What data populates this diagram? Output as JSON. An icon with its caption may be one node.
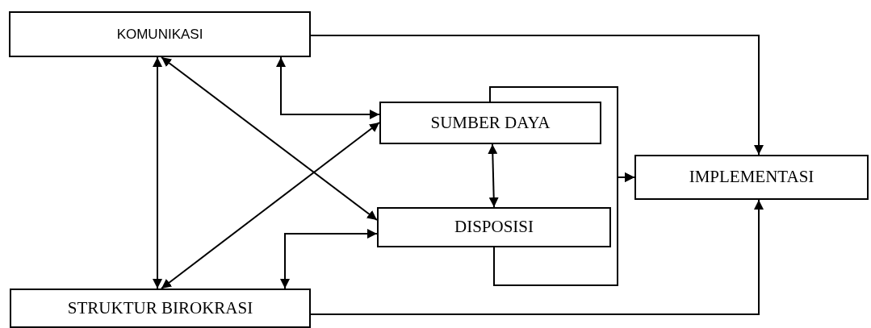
{
  "diagram": {
    "nodes": [
      {
        "text": [
          "KOMUNIKASI"
        ]
      },
      {
        "text": [
          "SUMBER DAYA"
        ]
      },
      {
        "text": [
          "DISPOSISI"
        ]
      },
      {
        "text": [
          "STRUKTUR BIROKRASI"
        ]
      },
      {
        "text": [
          "IMPLEMENTASI"
        ]
      }
    ],
    "edges": [
      {
        "from": 0,
        "to": 4,
        "arrow": "to"
      },
      {
        "from": 0,
        "to": 3,
        "arrow": "both"
      },
      {
        "from": 0,
        "to": 2,
        "arrow": "both"
      },
      {
        "from": 0,
        "to": 1,
        "arrow": "both"
      },
      {
        "from": 3,
        "to": 1,
        "arrow": "both"
      },
      {
        "from": 3,
        "to": 2,
        "arrow": "both"
      },
      {
        "from": 1,
        "to": 2,
        "arrow": "both"
      },
      {
        "from": 3,
        "to": 4,
        "arrow": "to"
      },
      {
        "from": 1,
        "to": 4,
        "arrow": "to"
      },
      {
        "from": 2,
        "to": 4,
        "arrow": "to"
      }
    ]
  }
}
